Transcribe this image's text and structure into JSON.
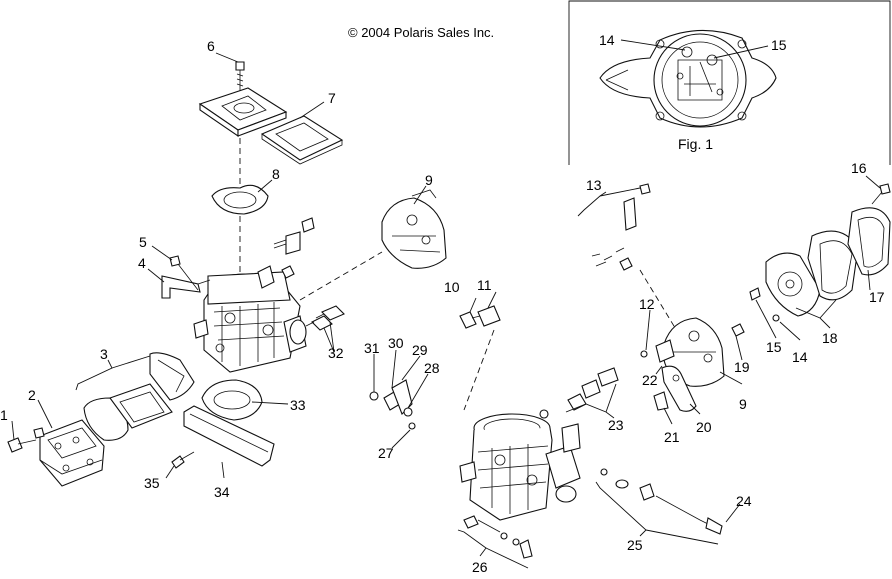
{
  "copyright": "© 2004 Polaris Sales Inc.",
  "figure_caption": "Fig. 1",
  "callouts": {
    "c1": "1",
    "c2": "2",
    "c3": "3",
    "c4": "4",
    "c5": "5",
    "c6": "6",
    "c7": "7",
    "c8": "8",
    "c9a": "9",
    "c9b": "9",
    "c10": "10",
    "c11": "11",
    "c12": "12",
    "c13": "13",
    "c14a": "14",
    "c14b": "14",
    "c15a": "15",
    "c15b": "15",
    "c16": "16",
    "c17": "17",
    "c18": "18",
    "c19": "19",
    "c20": "20",
    "c21": "21",
    "c22": "22",
    "c23": "23",
    "c24": "24",
    "c25": "25",
    "c26": "26",
    "c27": "27",
    "c28": "28",
    "c29": "29",
    "c30": "30",
    "c31": "31",
    "c32": "32",
    "c33": "33",
    "c34": "34",
    "c35": "35"
  }
}
